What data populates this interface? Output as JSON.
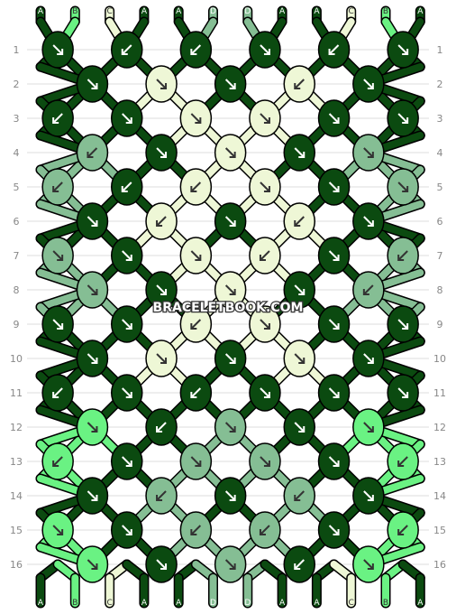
{
  "diagram": {
    "rows": 16,
    "strands_top": [
      "A",
      "B",
      "C",
      "A",
      "A",
      "D",
      "D",
      "A",
      "A",
      "C",
      "B",
      "A"
    ],
    "strands_bottom": [
      "A",
      "B",
      "C",
      "A",
      "A",
      "D",
      "D",
      "A",
      "A",
      "C",
      "B",
      "A"
    ],
    "colors": {
      "A": "#0b4a10",
      "B": "#6af283",
      "C": "#eef7d6",
      "D": "#85be94"
    },
    "node_grid": [
      [
        "A",
        "A",
        "A",
        "A",
        "A",
        "A"
      ],
      [
        "A",
        "C",
        "A",
        "C",
        "A"
      ],
      [
        "A",
        "A",
        "C",
        "C",
        "A",
        "A"
      ],
      [
        "D",
        "A",
        "C",
        "A",
        "D"
      ],
      [
        "D",
        "A",
        "C",
        "C",
        "A",
        "D"
      ],
      [
        "A",
        "C",
        "A",
        "C",
        "A"
      ],
      [
        "D",
        "A",
        "C",
        "C",
        "A",
        "D"
      ],
      [
        "D",
        "A",
        "C",
        "A",
        "D"
      ],
      [
        "A",
        "A",
        "C",
        "C",
        "A",
        "A"
      ],
      [
        "A",
        "C",
        "A",
        "C",
        "A"
      ],
      [
        "A",
        "A",
        "A",
        "A",
        "A",
        "A"
      ],
      [
        "B",
        "A",
        "D",
        "A",
        "B"
      ],
      [
        "B",
        "A",
        "D",
        "D",
        "A",
        "B"
      ],
      [
        "A",
        "D",
        "A",
        "D",
        "A"
      ],
      [
        "B",
        "A",
        "D",
        "D",
        "A",
        "B"
      ],
      [
        "B",
        "A",
        "D",
        "A",
        "B"
      ]
    ],
    "arrow_grid": [
      [
        "R",
        "L",
        "L",
        "R",
        "L",
        "R"
      ],
      [
        "R",
        "R",
        "R",
        "L",
        "R"
      ],
      [
        "L",
        "R",
        "R",
        "R",
        "R",
        "R"
      ],
      [
        "L",
        "R",
        "R",
        "R",
        "R"
      ],
      [
        "L",
        "L",
        "L",
        "R",
        "R",
        "R"
      ],
      [
        "R",
        "L",
        "R",
        "L",
        "R"
      ],
      [
        "R",
        "R",
        "R",
        "L",
        "R",
        "L"
      ],
      [
        "R",
        "R",
        "R",
        "R",
        "L"
      ],
      [
        "R",
        "R",
        "L",
        "R",
        "R",
        "R"
      ],
      [
        "R",
        "R",
        "R",
        "R",
        "R"
      ],
      [
        "L",
        "R",
        "L",
        "R",
        "R",
        "R"
      ],
      [
        "R",
        "L",
        "R",
        "R",
        "R"
      ],
      [
        "L",
        "R",
        "R",
        "R",
        "R",
        "L"
      ],
      [
        "R",
        "L",
        "R",
        "L",
        "R"
      ],
      [
        "R",
        "R",
        "L",
        "L",
        "R",
        "L"
      ],
      [
        "R",
        "R",
        "R",
        "L",
        "R"
      ]
    ],
    "watermark": "BRACELETBOOK.COM"
  }
}
